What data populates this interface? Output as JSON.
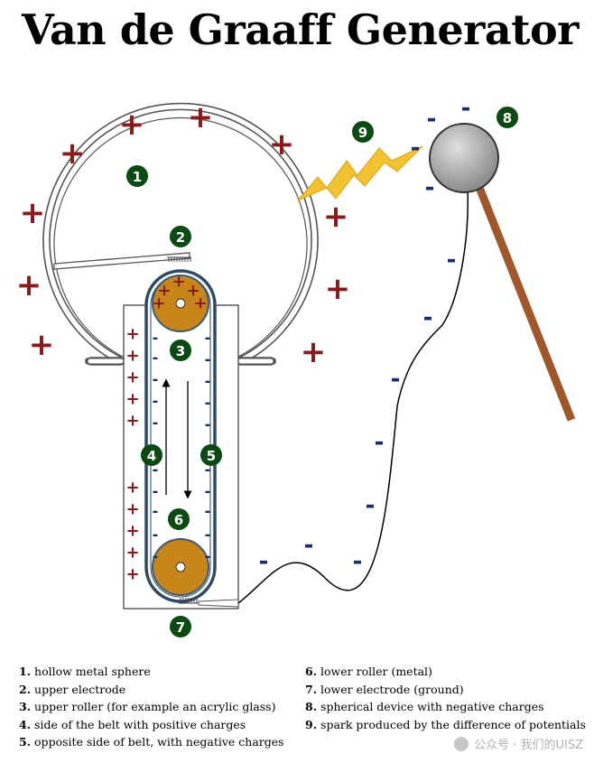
{
  "title": "Van de Graaff Generator",
  "labels": [
    "1",
    "2",
    "3",
    "4",
    "5",
    "6",
    "7",
    "8",
    "9"
  ],
  "charge_signs": {
    "plus": "+",
    "minus": "-"
  },
  "legend": [
    {
      "num": "1.",
      "text": "hollow metal sphere"
    },
    {
      "num": "2.",
      "text": "upper electrode"
    },
    {
      "num": "3.",
      "text": "upper roller (for example an acrylic glass)"
    },
    {
      "num": "4.",
      "text": "side of the belt with positive charges"
    },
    {
      "num": "5.",
      "text": "opposite side of belt, with negative charges"
    },
    {
      "num": "6.",
      "text": "lower roller (metal)"
    },
    {
      "num": "7.",
      "text": "lower electrode (ground)"
    },
    {
      "num": "8.",
      "text": "spherical device with negative charges"
    },
    {
      "num": "9.",
      "text": "spark produced by the difference of potentials"
    }
  ],
  "watermark": "公众号 · 我们的UISZ",
  "colors": {
    "label_bg": "#0b4a12",
    "plus": "#8b1a1a",
    "minus": "#1a2d6b",
    "roller": "#c8861a",
    "roller_border": "#3a5a7a",
    "spark": "#f1c232",
    "rod": "#a0582a",
    "ball": "#a8a8a8"
  }
}
